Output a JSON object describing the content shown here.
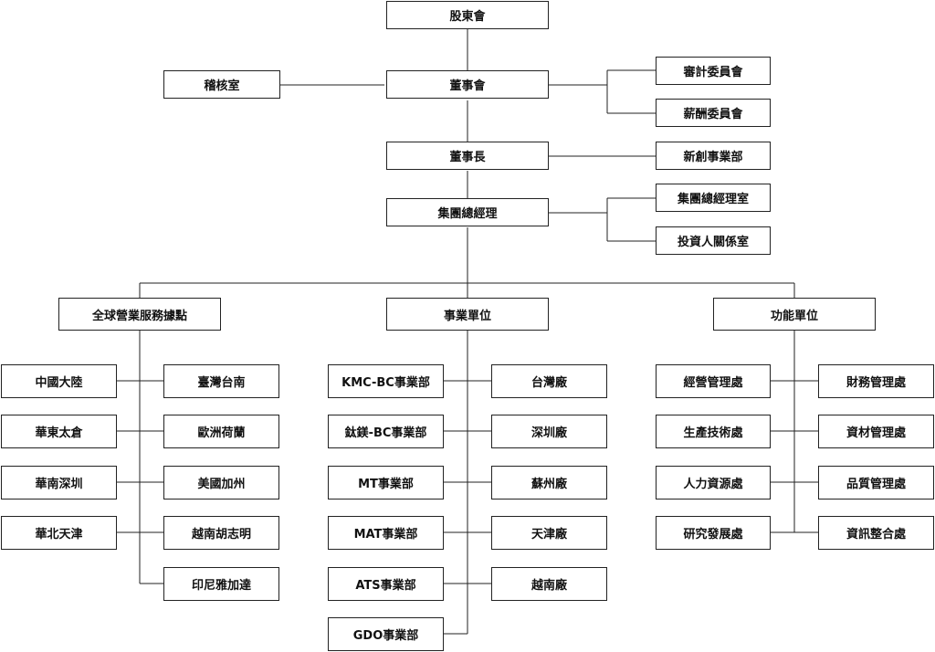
{
  "top": {
    "shareholders": "股東會",
    "audit_office": "稽核室",
    "board": "董事會",
    "audit_committee": "審計委員會",
    "remuneration_committee": "薪酬委員會",
    "chairman": "董事長",
    "new_venture": "新創事業部",
    "group_gm": "集團總經理",
    "group_gm_office": "集團總經理室",
    "investor_relations": "投資人關係室"
  },
  "branches": {
    "global": "全球營業服務據點",
    "business": "事業單位",
    "functional": "功能單位"
  },
  "global_left": [
    "中國大陸",
    "華東太倉",
    "華南深圳",
    "華北天津"
  ],
  "global_right": [
    "臺灣台南",
    "歐洲荷蘭",
    "美國加州",
    "越南胡志明",
    "印尼雅加達"
  ],
  "business_left": [
    "KMC-BC事業部",
    "鈦鎂-BC事業部",
    "MT事業部",
    "MAT事業部",
    "ATS事業部",
    "GDO事業部"
  ],
  "business_right": [
    "台灣廠",
    "深圳廠",
    "蘇州廠",
    "天津廠",
    "越南廠"
  ],
  "functional_left": [
    "經營管理處",
    "生產技術處",
    "人力資源處",
    "研究發展處"
  ],
  "functional_right": [
    "財務管理處",
    "資材管理處",
    "品質管理處",
    "資訊整合處"
  ]
}
